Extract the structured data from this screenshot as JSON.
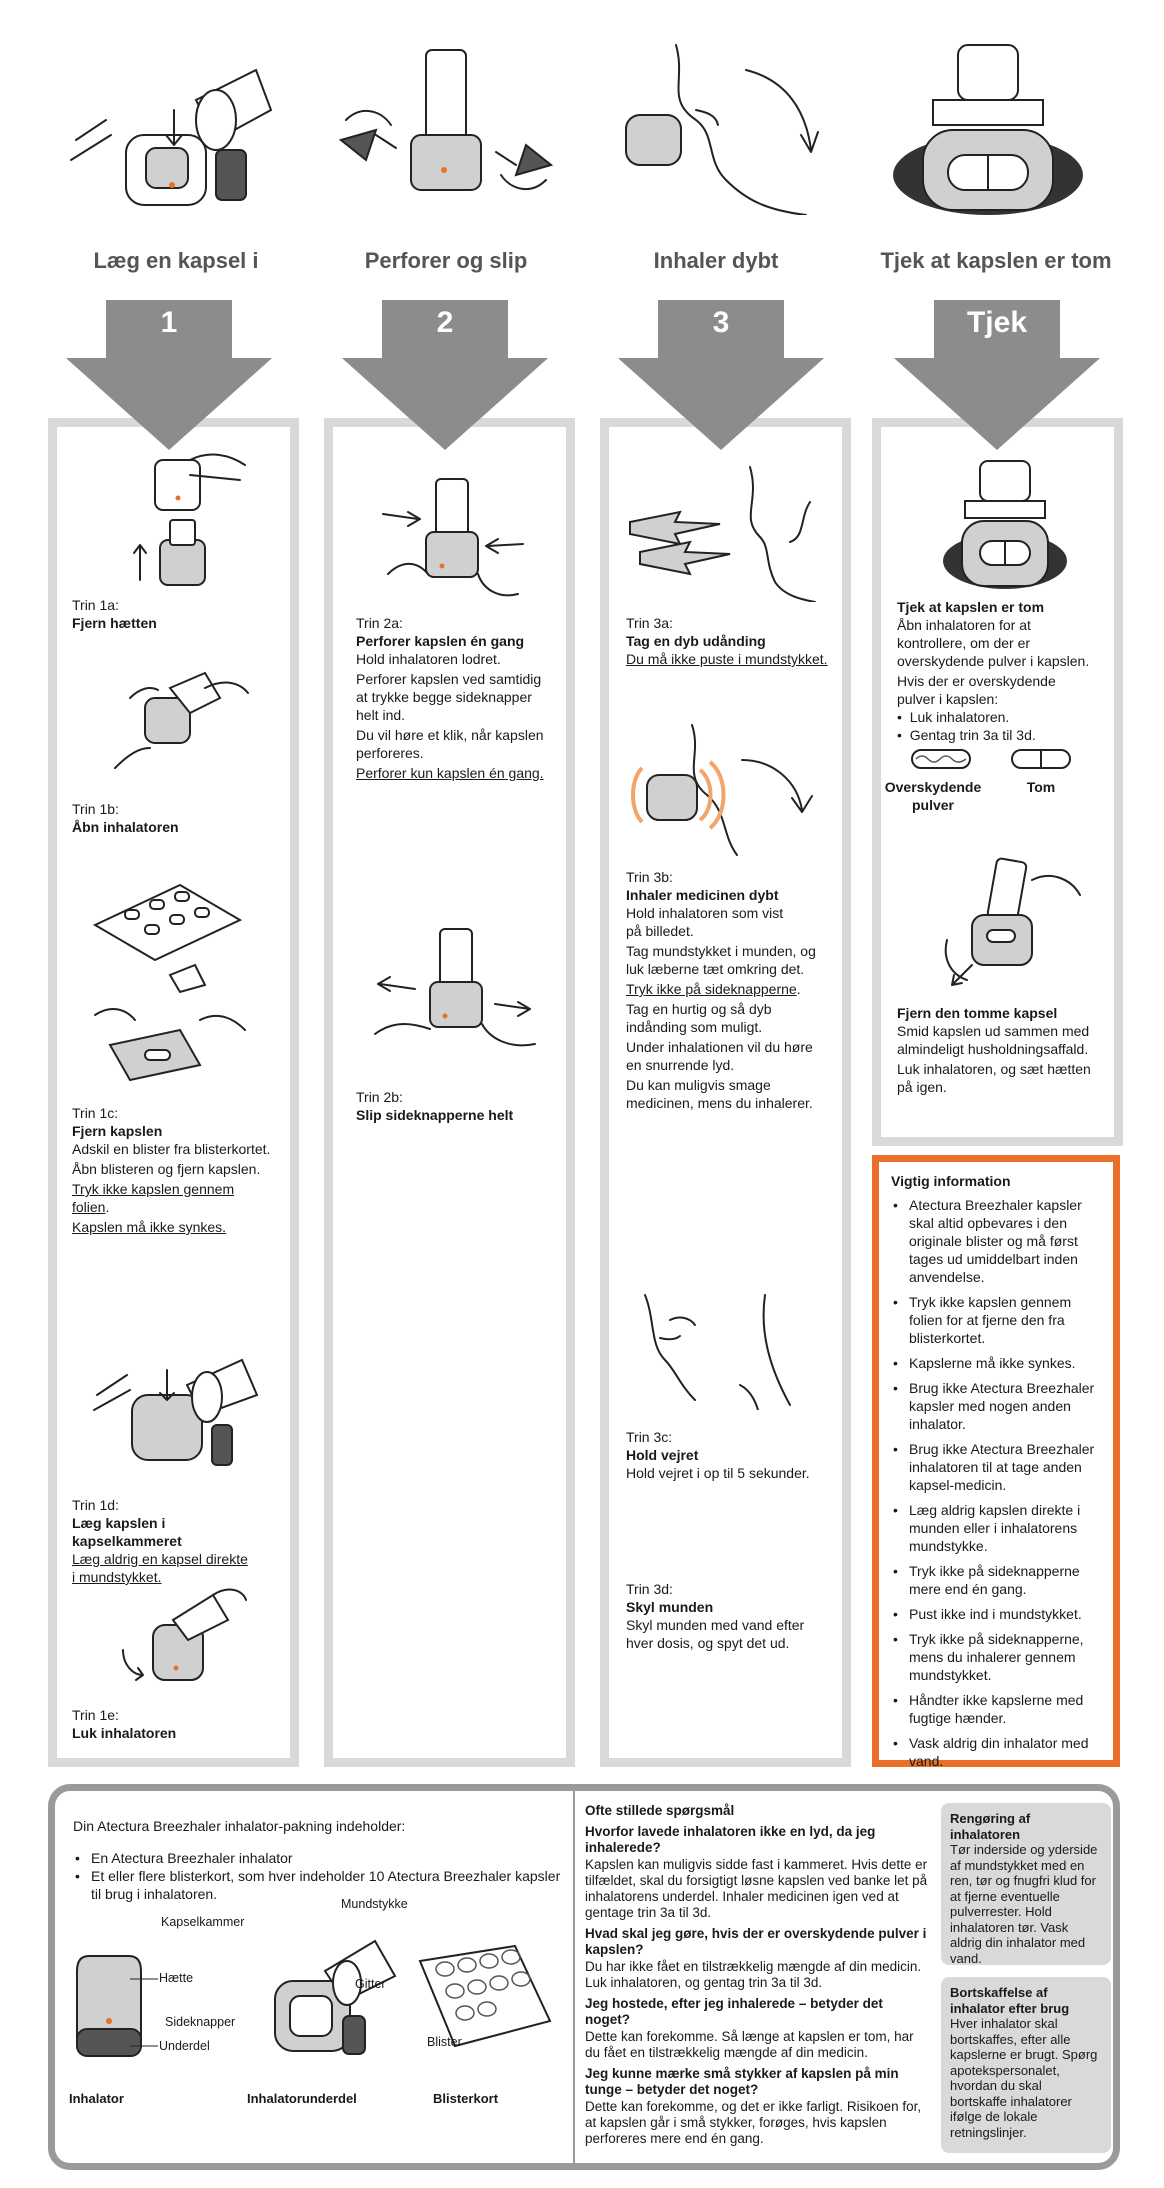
{
  "header": {
    "steps": [
      {
        "title": "Læg en kapsel i",
        "number": "1"
      },
      {
        "title": "Perforer og slip",
        "number": "2"
      },
      {
        "title": "Inhaler dybt",
        "number": "3"
      },
      {
        "title": "Tjek at kapslen er tom",
        "number": "Tjek"
      }
    ]
  },
  "col1": {
    "s1a": {
      "label": "Trin 1a:",
      "title": "Fjern hætten"
    },
    "s1b": {
      "label": "Trin 1b:",
      "title": "Åbn inhalatoren"
    },
    "s1c": {
      "label": "Trin 1c:",
      "title": "Fjern kapslen",
      "p1": "Adskil en blister fra blisterkortet.",
      "p2": "Åbn blisteren og fjern kapslen.",
      "p3a": "Tryk ikke kapslen gennem",
      "p3b": "folien",
      "p3c": ".",
      "p4": "Kapslen må ikke synkes."
    },
    "s1d": {
      "label": "Trin 1d:",
      "title1": "Læg kapslen i",
      "title2": "kapselkammeret",
      "p1a": "Læg aldrig en kapsel direkte",
      "p1b": "i mundstykket."
    },
    "s1e": {
      "label": "Trin 1e:",
      "title": "Luk inhalatoren"
    }
  },
  "col2": {
    "s2a": {
      "label": "Trin 2a:",
      "title": "Perforer kapslen én gang",
      "p1": "Hold inhalatoren lodret.",
      "p2a": "Perforer kapslen ved samtidig",
      "p2b": "at trykke begge sideknapper",
      "p2c": "helt ind.",
      "p3a": "Du vil høre et klik, når kapslen",
      "p3b": "perforeres.",
      "p4": "Perforer kun kapslen én gang."
    },
    "s2b": {
      "label": "Trin 2b:",
      "title": "Slip sideknapperne helt"
    }
  },
  "col3": {
    "s3a": {
      "label": "Trin 3a:",
      "title": "Tag en dyb udånding",
      "p1": "Du må ikke puste i mundstykket."
    },
    "s3b": {
      "label": "Trin 3b:",
      "title": "Inhaler medicinen dybt",
      "p1a": "Hold inhalatoren som vist",
      "p1b": "på billedet.",
      "p2a": "Tag mundstykket i munden, og",
      "p2b": "luk læberne tæt omkring det.",
      "p3": "Tryk ikke på sideknapperne",
      "p3dot": ".",
      "p4a": "Tag en hurtig og så dyb",
      "p4b": "indånding som muligt.",
      "p5a": "Under inhalationen vil du høre",
      "p5b": "en snurrende lyd.",
      "p6a": "Du kan muligvis smage",
      "p6b": "medicinen, mens du inhalerer."
    },
    "s3c": {
      "label": "Trin 3c:",
      "title": "Hold vejret",
      "p1": "Hold vejret i op til 5 sekunder."
    },
    "s3d": {
      "label": "Trin 3d:",
      "title": "Skyl munden",
      "p1a": "Skyl munden med vand efter",
      "p1b": "hver dosis, og spyt det ud."
    }
  },
  "col4": {
    "check": {
      "title": "Tjek at kapslen er tom",
      "p1a": "Åbn inhalatoren for at",
      "p1b": "kontrollere, om der er",
      "p1c": "overskydende pulver i kapslen.",
      "p2a": "Hvis der er overskydende",
      "p2b": "pulver i kapslen:",
      "b1": "Luk inhalatoren.",
      "b2": "Gentag trin 3a til 3d.",
      "cap1a": "Overskydende",
      "cap1b": "pulver",
      "cap2": "Tom"
    },
    "remove": {
      "title": "Fjern den tomme kapsel",
      "p1a": "Smid kapslen ud sammen med",
      "p1b": "almindeligt husholdningsaffald.",
      "p2a": "Luk inhalatoren, og sæt hætten",
      "p2b": "på igen."
    }
  },
  "info": {
    "title": "Vigtig information",
    "items": [
      "Atectura Breezhaler kapsler skal altid opbevares i den originale blister og må først tages ud umiddelbart inden anvendelse.",
      "Tryk ikke kapslen gennem folien for at fjerne den fra blisterkortet.",
      "Kapslerne må ikke synkes.",
      "Brug ikke Atectura Breezhaler kapsler med nogen anden inhalator.",
      "Brug ikke Atectura Breezhaler inhalatoren til at tage anden kapsel-medicin.",
      "Læg aldrig kapslen direkte i munden eller i inhalatorens mundstykke.",
      "Tryk ikke på sideknapperne mere end én gang.",
      "Pust ikke ind i mundstykket.",
      "Tryk ikke på sideknapperne, mens du inhalerer gennem mundstykket.",
      "Håndter ikke kapslerne med fugtige hænder.",
      "Vask aldrig din inhalator med vand."
    ]
  },
  "pack": {
    "intro": "Din Atectura Breezhaler inhalator-pakning indeholder:",
    "items": [
      "En Atectura Breezhaler inhalator",
      "Et eller flere blisterkort, som hver indeholder 10 Atectura Breezhaler kapsler til brug i inhalatoren."
    ],
    "labels": {
      "haette": "Hætte",
      "underdel": "Underdel",
      "kapselkammer": "Kapselkammer",
      "mundstykke": "Mundstykke",
      "gitter": "Gitter",
      "sideknapper": "Sideknapper",
      "blister": "Blister"
    },
    "captions": [
      "Inhalator",
      "Inhalatorunderdel",
      "Blisterkort"
    ]
  },
  "faq": {
    "title": "Ofte stillede spørgsmål",
    "qa": [
      {
        "q": "Hvorfor lavede inhalatoren ikke en lyd, da jeg inhalerede?",
        "a": "Kapslen kan muligvis sidde fast i kammeret. Hvis dette er tilfældet, skal du forsigtigt løsne kapslen ved banke let på inhalatorens underdel. Inhaler medicinen igen ved at gentage trin 3a til 3d."
      },
      {
        "q": "Hvad skal jeg gøre, hvis der er overskydende pulver i kapslen?",
        "a": "Du har ikke fået en tilstrækkelig mængde af din medicin. Luk inhalatoren, og gentag trin 3a til 3d."
      },
      {
        "q": "Jeg hostede, efter jeg inhalerede – betyder det noget?",
        "a": "Dette kan forekomme. Så længe at kapslen er tom, har du fået en tilstrækkelig mængde af din medicin."
      },
      {
        "q": "Jeg kunne mærke små stykker af kapslen på min tunge – betyder det noget?",
        "a": "Dette kan forekomme, og det er ikke farligt. Risikoen for, at kapslen går i små stykker, forøges, hvis kapslen perforeres mere end én gang."
      }
    ]
  },
  "cleaning": {
    "title": "Rengøring af inhalatoren",
    "text": "Tør inderside og yderside af mundstykket med en ren, tør og fnugfri klud for at fjerne eventuelle pulverrester. Hold inhalatoren tør. Vask aldrig din inhalator med vand."
  },
  "disposal": {
    "title": "Bortskaffelse af inhalator efter brug",
    "text": "Hver inhalator skal bortskaffes, efter alle kapslerne er brugt. Spørg apotekspersonalet, hvordan du skal bortskaffe inhalatorer ifølge de lokale retningslinjer."
  },
  "colors": {
    "accent": "#e8702a",
    "arrow": "#8c8c8c",
    "border": "#d9d9d9"
  }
}
